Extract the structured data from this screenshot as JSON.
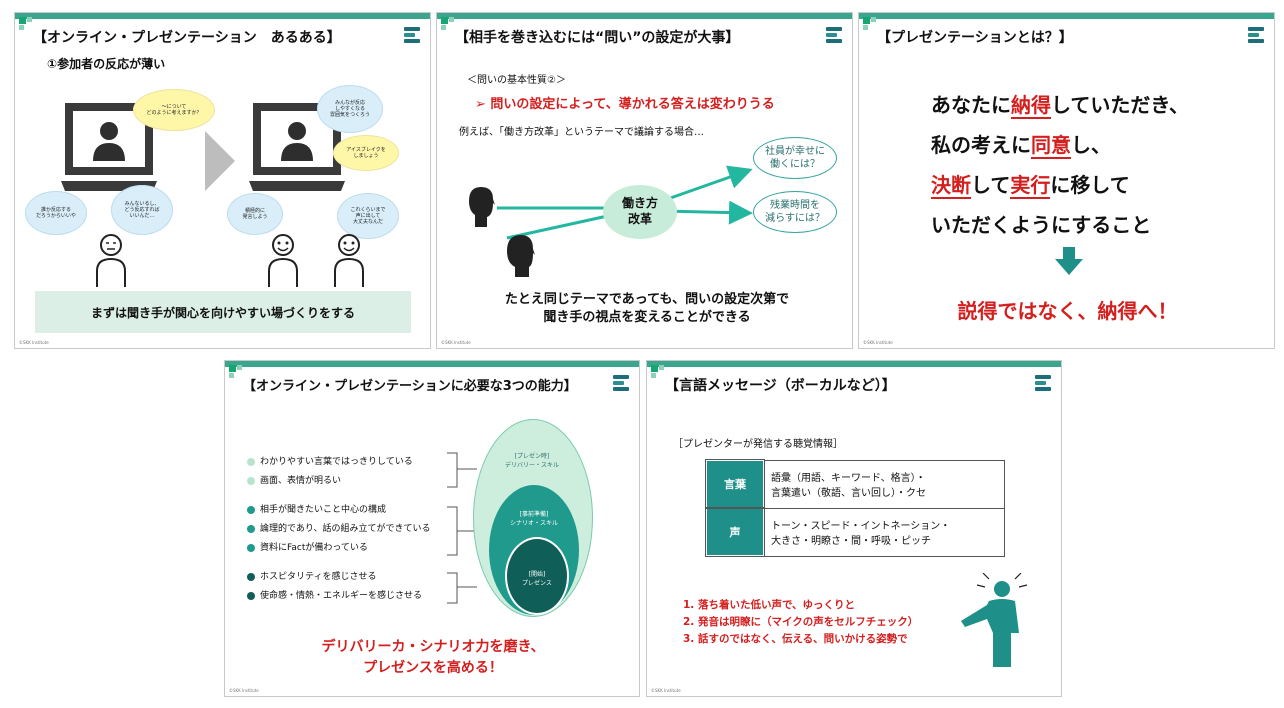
{
  "colors": {
    "accent": "#3aa68e",
    "teal": "#1f8f8a",
    "red": "#d41f1f",
    "bubble_yellow": "#fff7a8",
    "bubble_blue": "#d9eef9"
  },
  "copyright": "©SKK Institute",
  "slide1": {
    "title": "【オンライン・プレゼンテーション　あるある】",
    "subtitle": "①参加者の反応が薄い",
    "bubbles": [
      "～について\nどのように考えますか？",
      "誰か反応する\nだろうからいいや",
      "みんないるし、\nどう反応すれば\nいいんだ…",
      "みんなが反応\nしやすくなる\n雰囲気をつくろう",
      "アイスブレイクを\nしましょう",
      "積極的に\n発言しよう",
      "これくらいまで\n声に出して\n大丈夫なんだ"
    ],
    "banner": "まずは聞き手が関心を向けやすい場づくりをする"
  },
  "slide2": {
    "title": "【相手を巻き込むには“問い”の設定が大事】",
    "label": "＜問いの基本性質②＞",
    "point": "➢  問いの設定によって、導かれる答えは変わりうる",
    "example": "例えば、「働き方改革」というテーマで議論する場合…",
    "center": "働き方\n改革",
    "q1": "社員が幸せに\n働くには？",
    "q2": "残業時間を\n減らすには？",
    "footer": "たとえ同じテーマであっても、問いの設定次第で\n聞き手の視点を変えることができる"
  },
  "slide3": {
    "title": "【プレゼンテーションとは？】",
    "l1a": "あなたに",
    "l1b": "納得",
    "l1c": "していただき、",
    "l2a": "私の考えに",
    "l2b": "同意",
    "l2c": "し、",
    "l3a": "決断",
    "l3b": "して",
    "l3c": "実行",
    "l3d": "に移して",
    "l4": "いただくようにすること",
    "conclusion": "説得ではなく、納得へ！"
  },
  "slide4": {
    "title": "【オンライン・プレゼンテーションに必要な3つの能力】",
    "items": [
      {
        "text": "わかりやすい言葉ではっきりしている",
        "color": "#b9e3cf"
      },
      {
        "text": "画面、表情が明るい",
        "color": "#b9e3cf"
      },
      {
        "text": "相手が聞きたいこと中心の構成",
        "color": "#1f9a8c"
      },
      {
        "text": "論理的であり、話の組み立てができている",
        "color": "#1f9a8c"
      },
      {
        "text": "資料にFactが備わっている",
        "color": "#1f9a8c"
      },
      {
        "text": "ホスピタリティを感じさせる",
        "color": "#0f5e57"
      },
      {
        "text": "使命感・情熱・エネルギーを感じさせる",
        "color": "#0f5e57"
      }
    ],
    "ring1": "[プレゼン時]\nデリバリー・スキル",
    "ring2": "[事前準備]\nシナリオ・スキル",
    "ring3": "[開始]\nプレゼンス",
    "footer": "デリバリーカ・シナリオ力を磨き、\nプレゼンスを高める！"
  },
  "slide5": {
    "title": "【言語メッセージ（ボーカルなど）】",
    "label": "［プレゼンターが発信する聴覚情報］",
    "rows": [
      {
        "key": "言葉",
        "value": "語彙（用語、キーワード、格言）・\n言葉遣い（敬語、言い回し）・クセ"
      },
      {
        "key": "声",
        "value": "トーン・スピード・イントネーション・\n大きさ・明瞭さ・間・呼吸・ピッチ"
      }
    ],
    "tips": [
      "1.  落ち着いた低い声で、ゆっくりと",
      "2.  発音は明瞭に（マイクの声をセルフチェック）",
      "3.  話すのではなく、伝える、問いかける姿勢で"
    ]
  }
}
